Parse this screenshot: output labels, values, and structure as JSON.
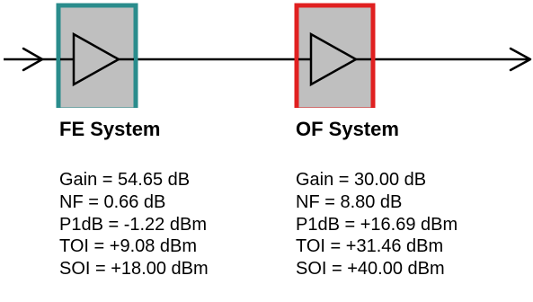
{
  "diagram": {
    "wire_color": "#000000",
    "block_fill": "#bfbfbf",
    "blocks": [
      {
        "id": "fe",
        "border_color": "#2a8c8c",
        "symbol": "amplifier-triangle"
      },
      {
        "id": "of",
        "border_color": "#e02020",
        "symbol": "amplifier-triangle"
      }
    ]
  },
  "fe": {
    "title": "FE System",
    "params": [
      "Gain = 54.65 dB",
      "NF = 0.66 dB",
      "P1dB = -1.22 dBm",
      "TOI = +9.08 dBm",
      "SOI = +18.00 dBm"
    ]
  },
  "of": {
    "title": "OF System",
    "params": [
      "Gain = 30.00 dB",
      "NF = 8.80 dB",
      "P1dB = +16.69 dBm",
      "TOI = +31.46 dBm",
      "SOI = +40.00 dBm"
    ]
  }
}
